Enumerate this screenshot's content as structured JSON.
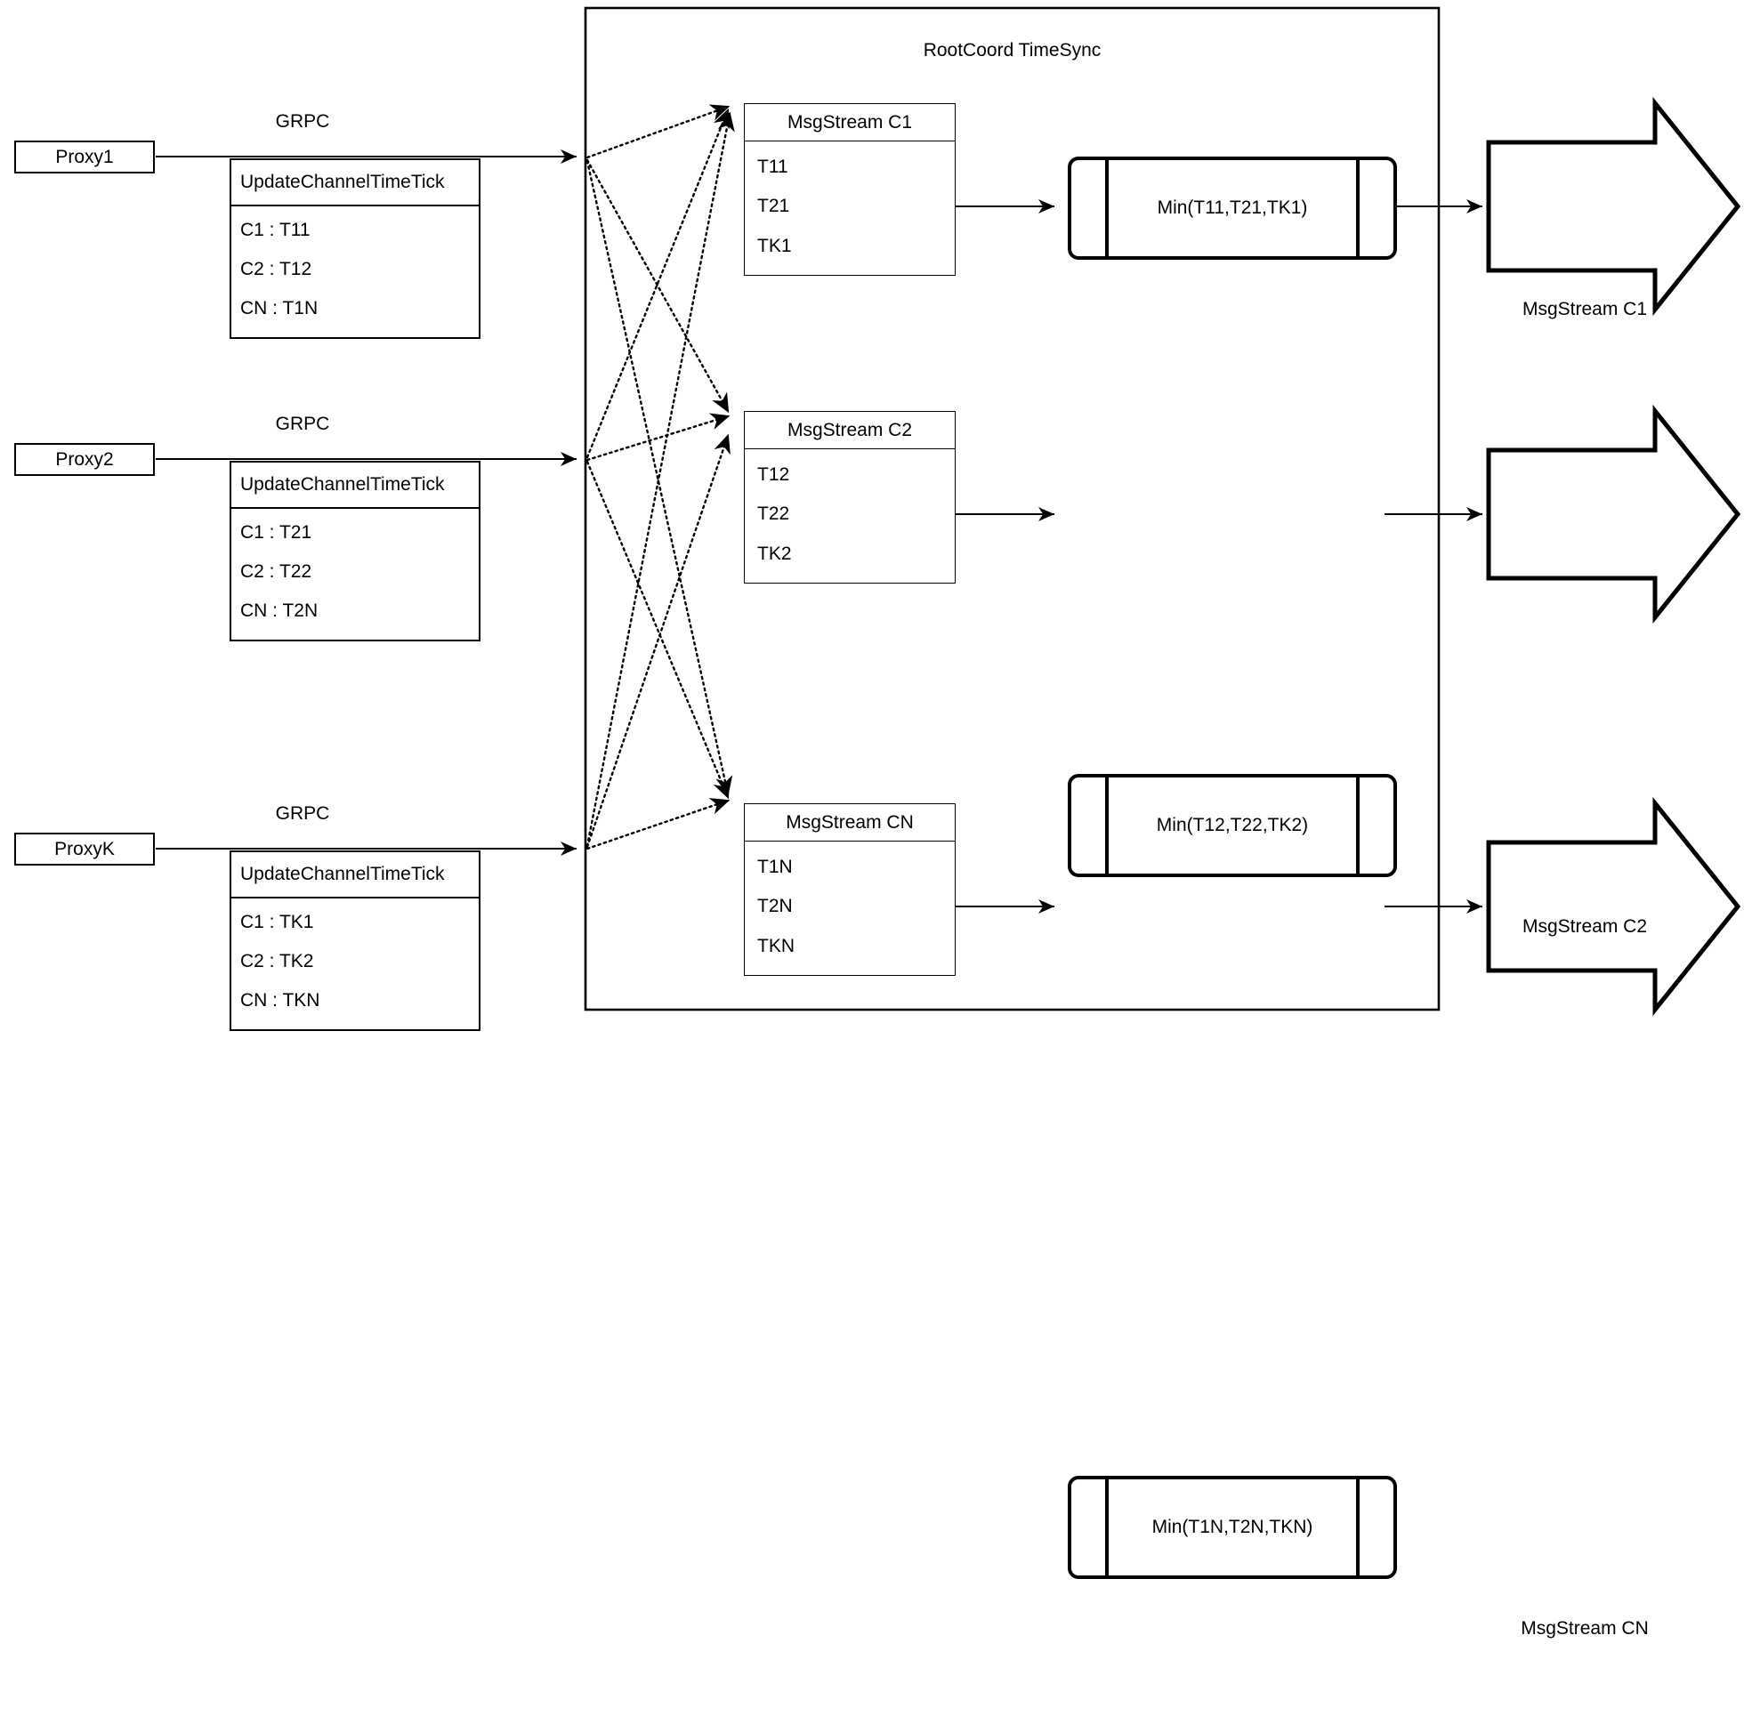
{
  "diagram": {
    "container_title": "RootCoord TimeSync",
    "grpc_label": "GRPC",
    "update_tick_title": "UpdateChannelTimeTick"
  },
  "proxies": [
    {
      "name": "Proxy1",
      "grpc": "GRPC",
      "tick_title": "UpdateChannelTimeTick",
      "rows": [
        "C1 :  T11",
        "C2 :  T12",
        "CN : T1N"
      ]
    },
    {
      "name": "Proxy2",
      "grpc": "GRPC",
      "tick_title": "UpdateChannelTimeTick",
      "rows": [
        "C1 :  T21",
        "C2 :  T22",
        "CN : T2N"
      ]
    },
    {
      "name": "ProxyK",
      "grpc": "GRPC",
      "tick_title": "UpdateChannelTimeTick",
      "rows": [
        "C1 :  TK1",
        "C2 :  TK2",
        "CN : TKN"
      ]
    }
  ],
  "channels": [
    {
      "stream_title": "MsgStream C1",
      "ticks": [
        "T11",
        "T21",
        "TK1"
      ],
      "min_label": "Min(T11,T21,TK1)",
      "output_label": "MsgStream C1"
    },
    {
      "stream_title": "MsgStream C2",
      "ticks": [
        "T12",
        "T22",
        "TK2"
      ],
      "min_label": "Min(T12,T22,TK2)",
      "output_label": "MsgStream C2"
    },
    {
      "stream_title": "MsgStream CN",
      "ticks": [
        "T1N",
        "T2N",
        "TKN"
      ],
      "min_label": "Min(T1N,T2N,TKN)",
      "output_label": "MsgStream CN"
    }
  ],
  "colors": {
    "stroke": "#000000",
    "background": "#ffffff"
  }
}
